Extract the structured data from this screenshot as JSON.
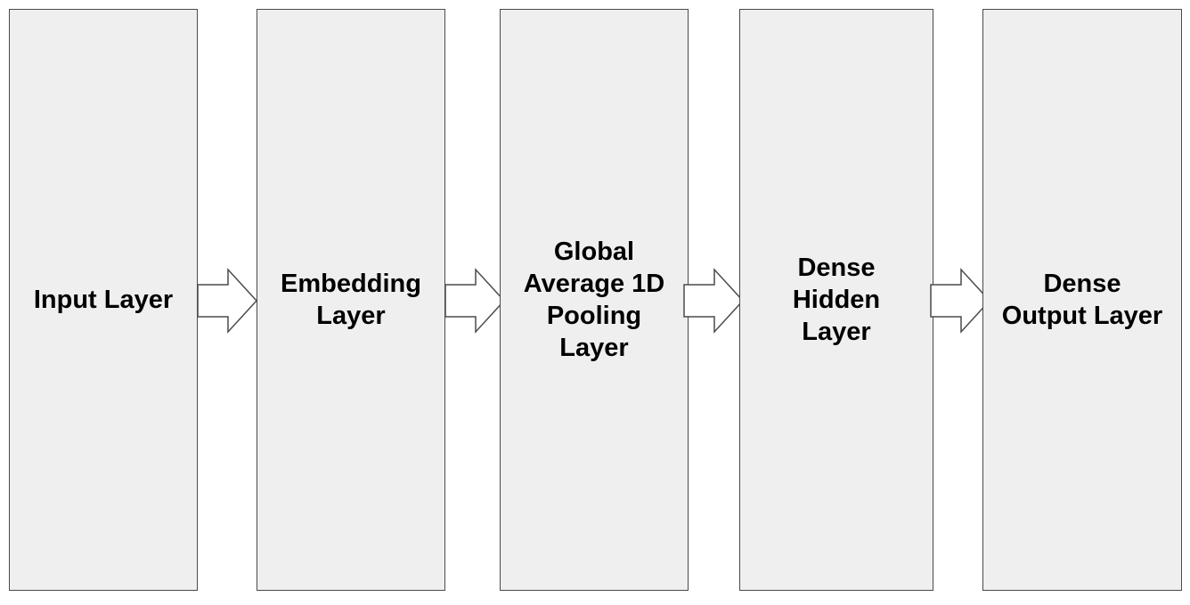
{
  "diagram": {
    "layers": [
      {
        "id": "input",
        "label": "Input Layer"
      },
      {
        "id": "embedding",
        "label": "Embedding\nLayer"
      },
      {
        "id": "pooling",
        "label": "Global\nAverage 1D\nPooling\nLayer"
      },
      {
        "id": "hidden",
        "label": "Dense\nHidden\nLayer"
      },
      {
        "id": "output",
        "label": "Dense\nOutput Layer"
      }
    ],
    "colors": {
      "box_fill": "#efefef",
      "box_stroke": "#4a4a4a",
      "arrow_fill": "#ffffff",
      "arrow_stroke": "#4a4a4a",
      "text": "#000000"
    }
  }
}
